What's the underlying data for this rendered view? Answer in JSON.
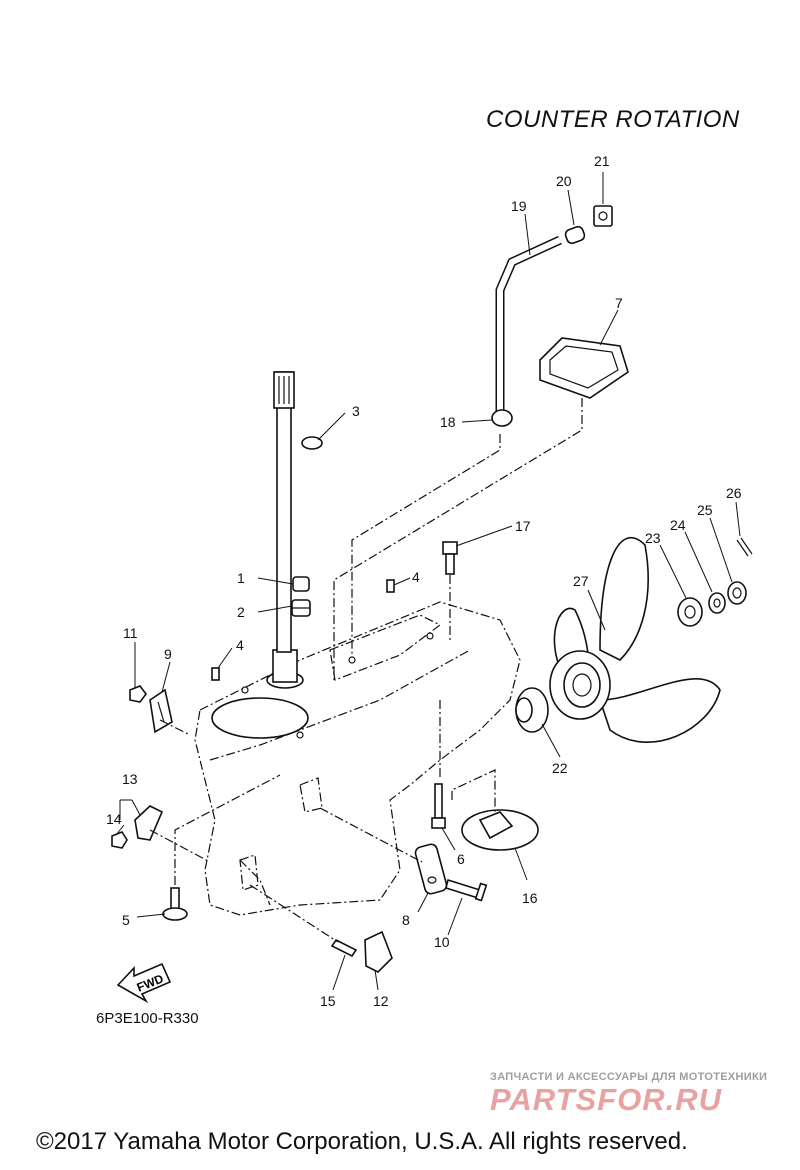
{
  "header": {
    "title": "COUNTER  ROTATION"
  },
  "diagram": {
    "code": "6P3E100-R330",
    "fwd_label": "FWD",
    "callouts": [
      "1",
      "2",
      "3",
      "4",
      "4",
      "5",
      "6",
      "7",
      "8",
      "9",
      "10",
      "11",
      "12",
      "13",
      "14",
      "15",
      "16",
      "17",
      "18",
      "19",
      "20",
      "21",
      "22",
      "23",
      "24",
      "25",
      "26",
      "27"
    ]
  },
  "watermark": {
    "tagline": "ЗАПЧАСТИ И АКСЕССУАРЫ ДЛЯ МОТОТЕХНИКИ",
    "brand": "PARTSFOR.RU"
  },
  "footer": {
    "copyright": "©2017 Yamaha Motor Corporation, U.S.A. All rights reserved."
  }
}
